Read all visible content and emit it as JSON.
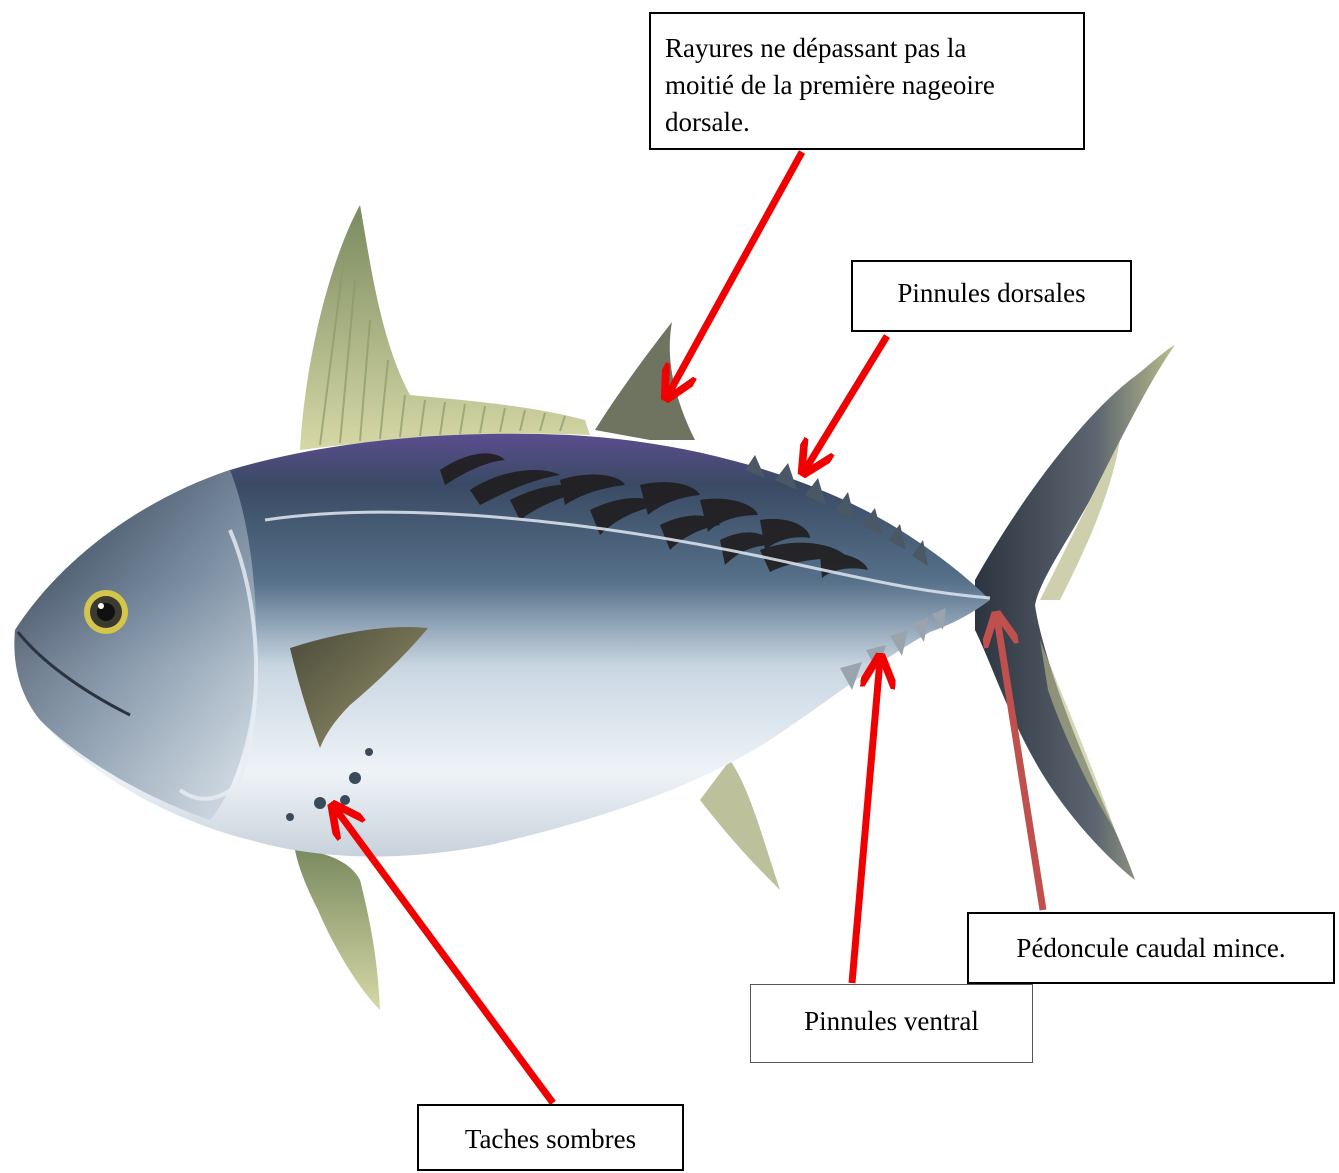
{
  "labels": {
    "stripes": {
      "line1": "Rayures ne dépassant pas la",
      "line2": "moitié de la première nageoire",
      "line3": "dorsale."
    },
    "dorsal_finlets": "Pinnules dorsales",
    "caudal_peduncle": "Pédoncule caudal mince.",
    "ventral_finlets": "Pinnules ventral",
    "dark_spots": "Taches sombres"
  },
  "colors": {
    "arrow_red": "#f00000",
    "arrow_brown_red": "#c0504d",
    "body_back": "#2e3f55",
    "body_belly": "#e6eef4",
    "fin_yellow": "#c5c98a",
    "fin_dark": "#6e6b4c",
    "eye_ring": "#d4c64a"
  }
}
